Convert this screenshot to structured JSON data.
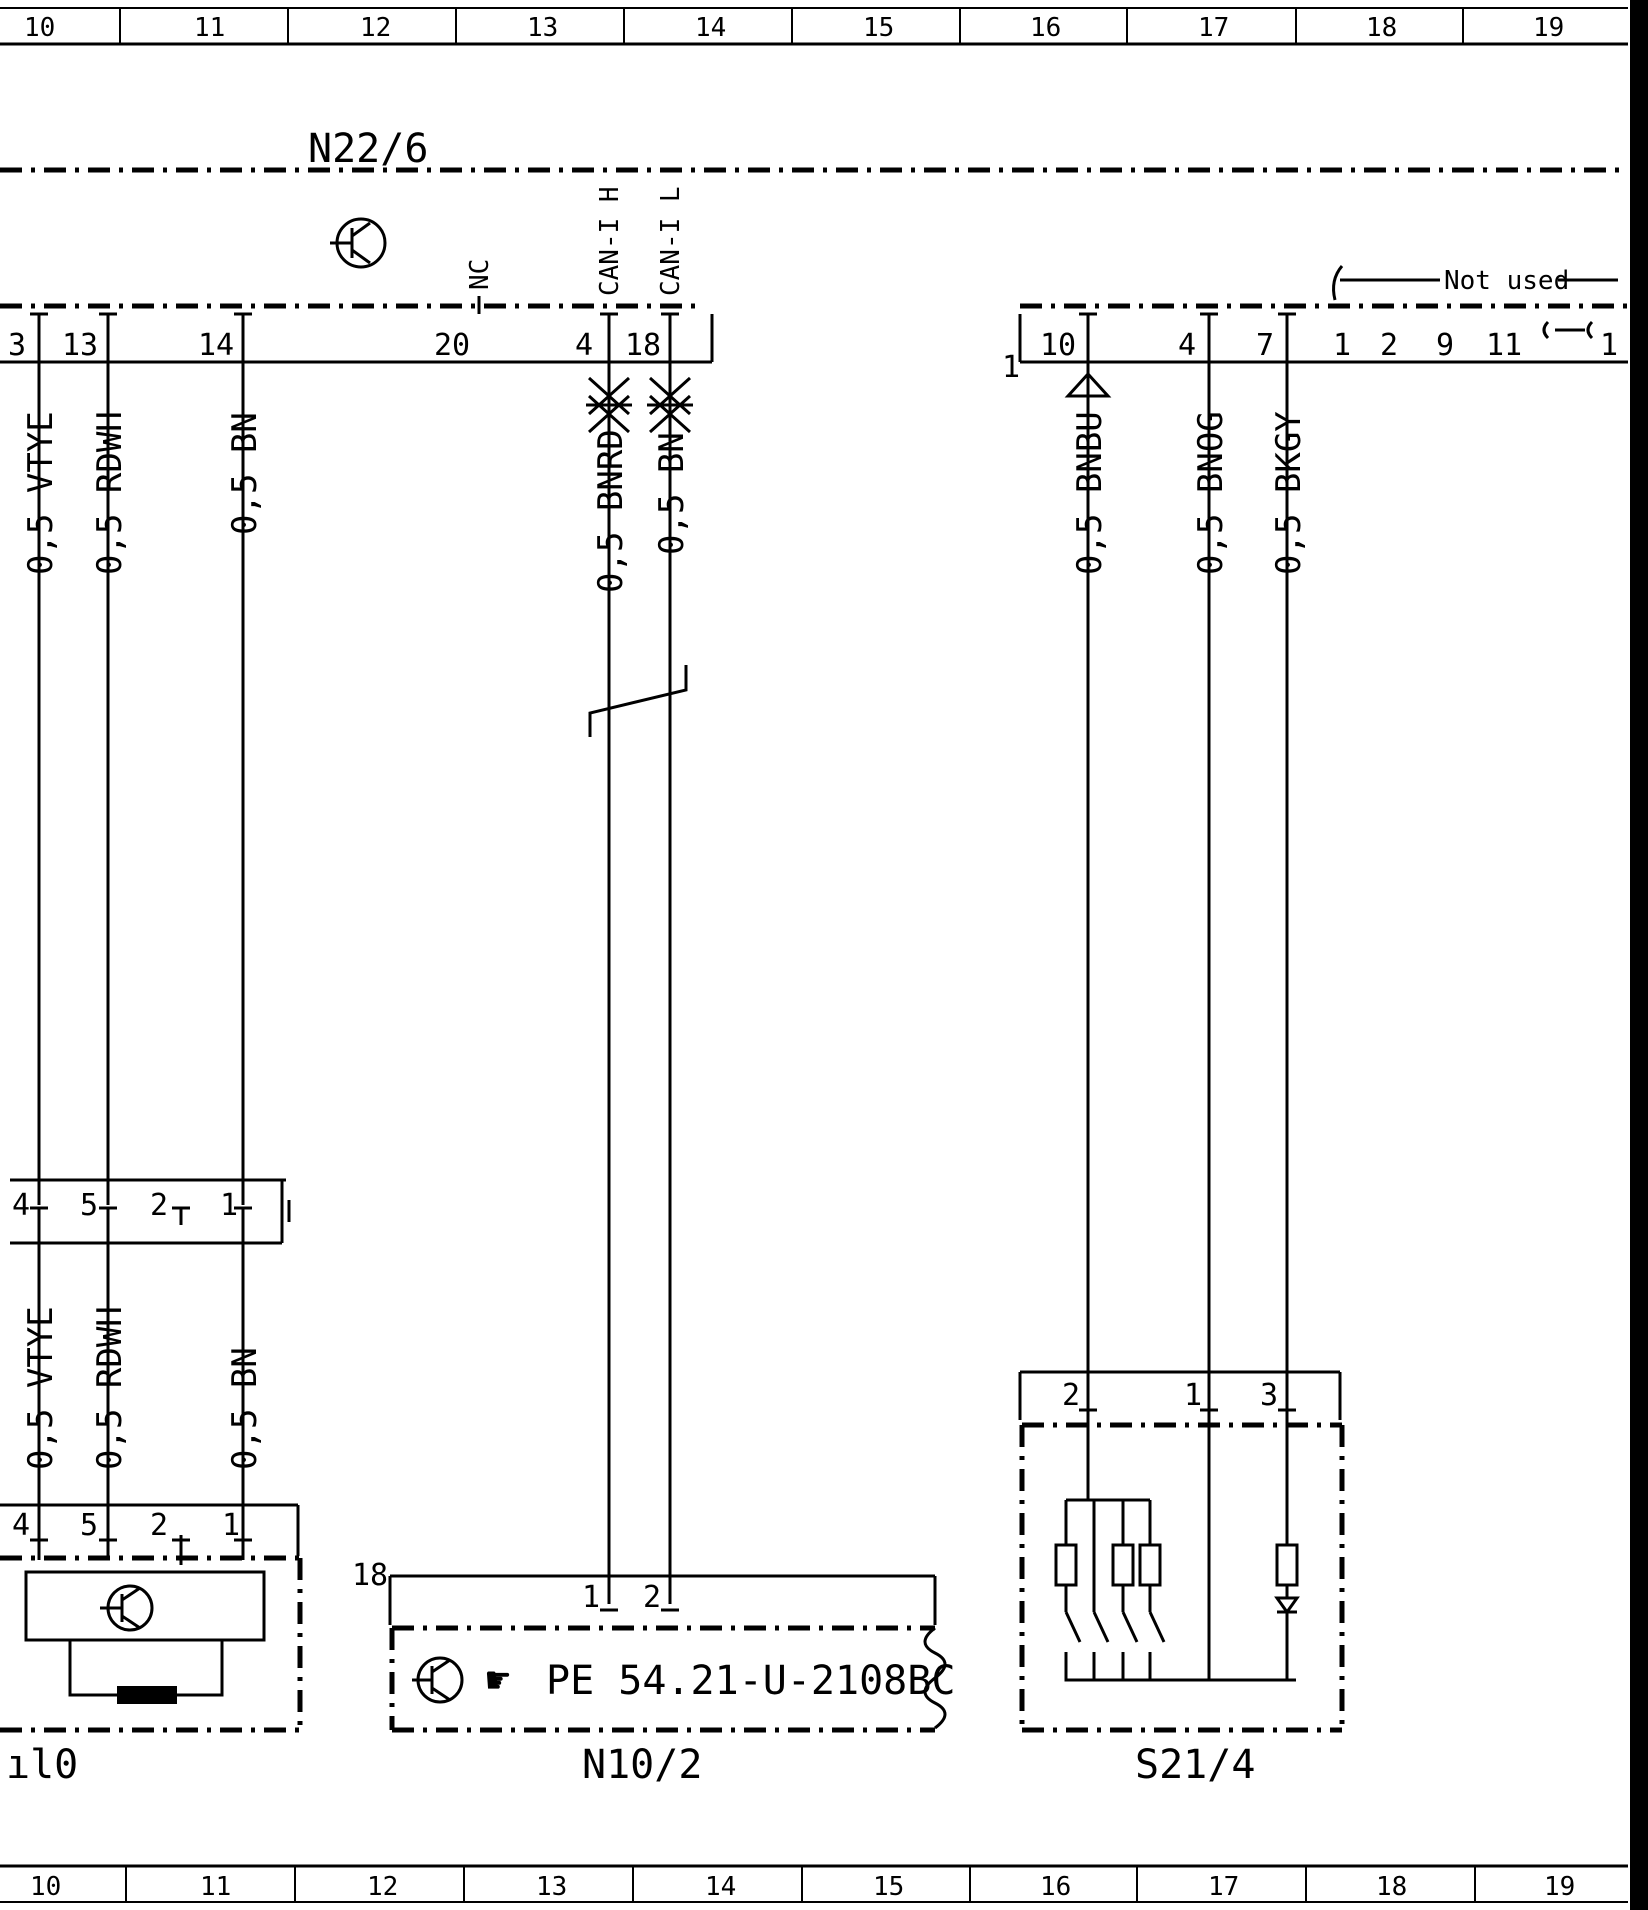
{
  "grid_top": [
    "10",
    "11",
    "12",
    "13",
    "14",
    "15",
    "16",
    "17",
    "18",
    "19"
  ],
  "grid_bottom": [
    "10",
    "11",
    "12",
    "13",
    "14",
    "15",
    "16",
    "17",
    "18",
    "19"
  ],
  "components": {
    "n22_6": "N22/6",
    "n10_2": "N10/2",
    "s21_4": "S21/4",
    "a10": "ıl0",
    "ref_code": "PE 54.21-U-2108BC",
    "ref_symbol": "☛"
  },
  "signals": {
    "nc": "NC",
    "can_h": "CAN-I H",
    "can_l": "CAN-I L",
    "not_used": "Not used"
  },
  "connector_left_pins": [
    "3",
    "13",
    "14",
    "20",
    "4",
    "18"
  ],
  "connector_right": {
    "label": "1",
    "pins": [
      "10",
      "4",
      "7",
      "1",
      "2",
      "9",
      "11",
      "1"
    ]
  },
  "mid_connector_pins": [
    "4",
    "5",
    "2",
    "1"
  ],
  "a10_pins": [
    "4",
    "5",
    "2",
    "1"
  ],
  "n10_2_connector": {
    "label": "18",
    "pins": [
      "1",
      "2"
    ]
  },
  "s21_4_pins": [
    "2",
    "1",
    "3"
  ],
  "wires_upper": [
    "0,5 VTYE",
    "0,5 RDWH",
    "0,5 BN",
    "0,5 BNRD",
    "0,5 BN",
    "0,5 BNBU",
    "0,5 BNOG",
    "0,5 BKGY"
  ],
  "wires_lower": [
    "0,5 VTYE",
    "0,5 RDWH",
    "0,5 BN"
  ]
}
